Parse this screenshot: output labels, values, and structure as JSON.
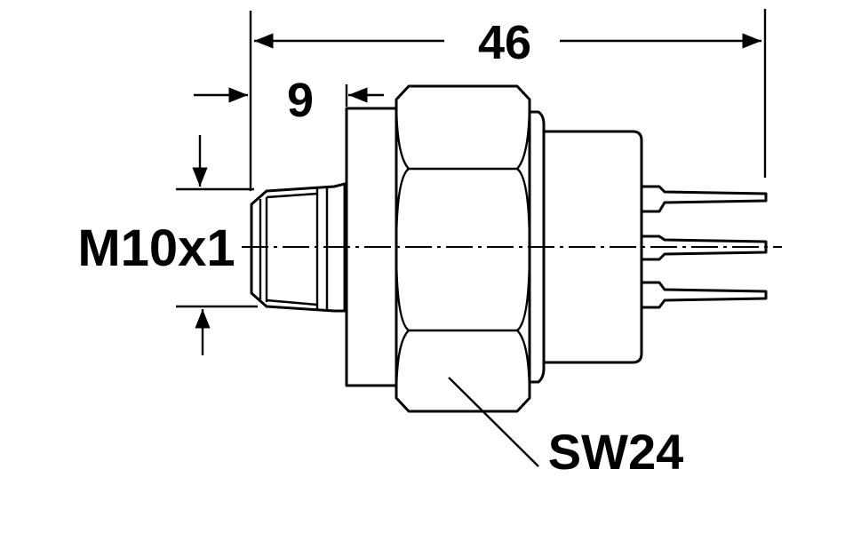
{
  "dimensions": {
    "overall_length": "46",
    "thread_length": "9",
    "thread_size": "M10x1",
    "wrench_size": "SW24"
  },
  "colors": {
    "line": "#000000",
    "background": "#ffffff"
  }
}
